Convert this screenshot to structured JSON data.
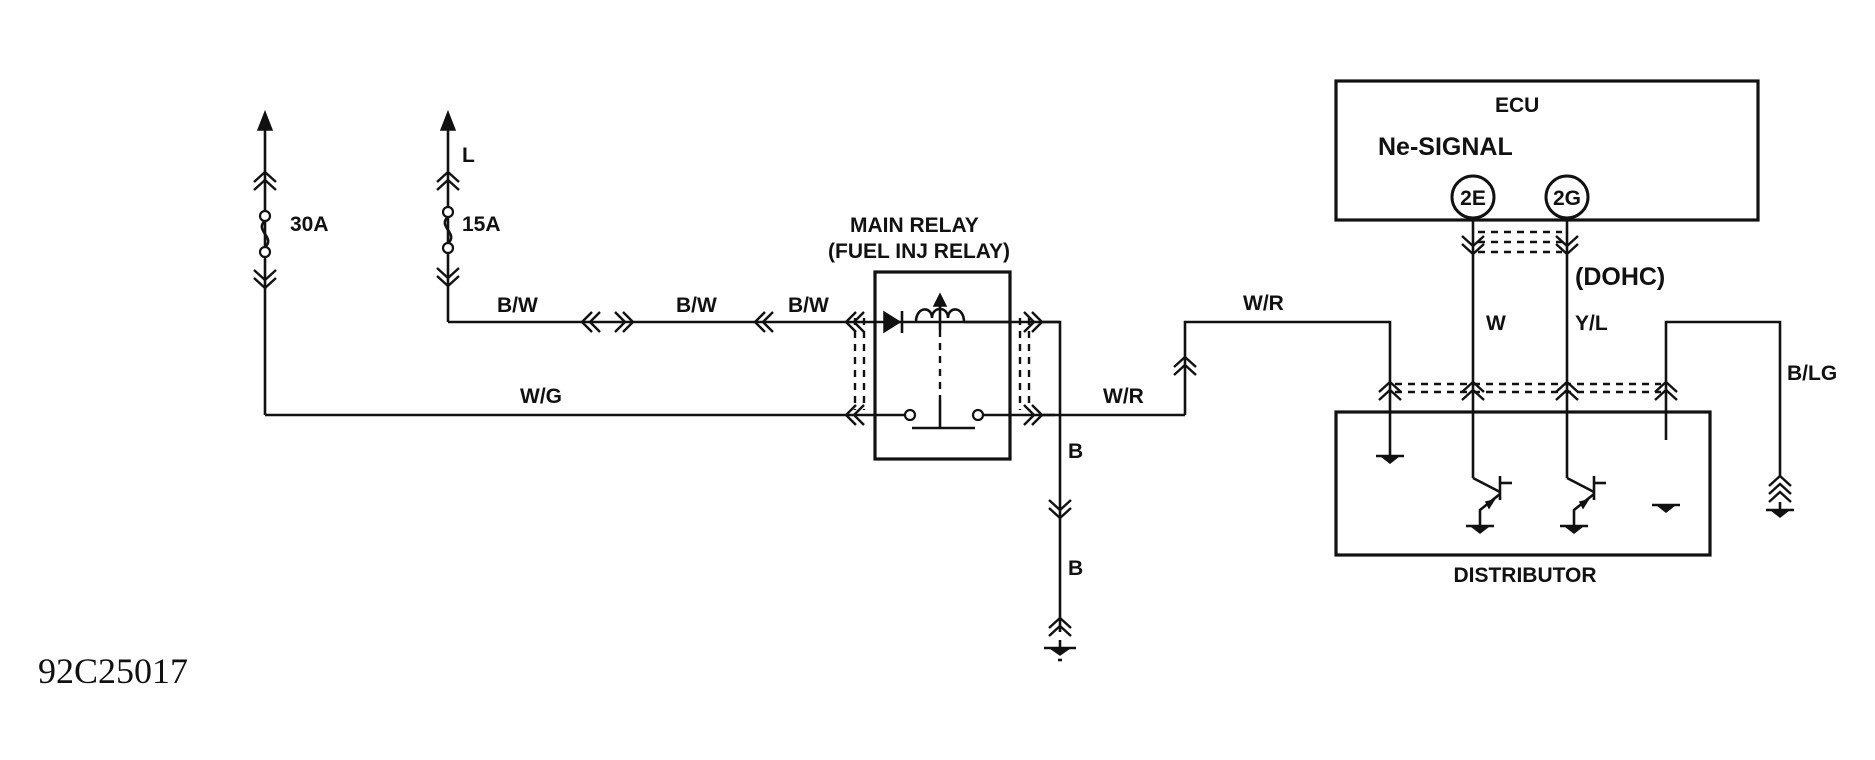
{
  "figure_ref": "92C25017",
  "supply": {
    "fuse_30a": "30A",
    "fuse_15a": "15A",
    "source_l": "L"
  },
  "relay": {
    "title": "MAIN RELAY",
    "subtitle": "(FUEL INJ RELAY)"
  },
  "wires": {
    "bw_1": "B/W",
    "bw_2": "B/W",
    "bw_3": "B/W",
    "wg": "W/G",
    "wr_1": "W/R",
    "wr_2": "W/R",
    "b_1": "B",
    "b_2": "B",
    "w": "W",
    "yl": "Y/L",
    "blg": "B/LG"
  },
  "ecu": {
    "title": "ECU",
    "signal": "Ne-SIGNAL",
    "pin_2e": "2E",
    "pin_2g": "2G",
    "variant": "(DOHC)"
  },
  "distributor": {
    "title": "DISTRIBUTOR"
  },
  "icons": [
    "fuse-icon",
    "diode-icon",
    "relay-coil-icon",
    "relay-switch-icon",
    "connector-icon",
    "ground-icon",
    "transistor-icon",
    "arrow-up-icon"
  ]
}
